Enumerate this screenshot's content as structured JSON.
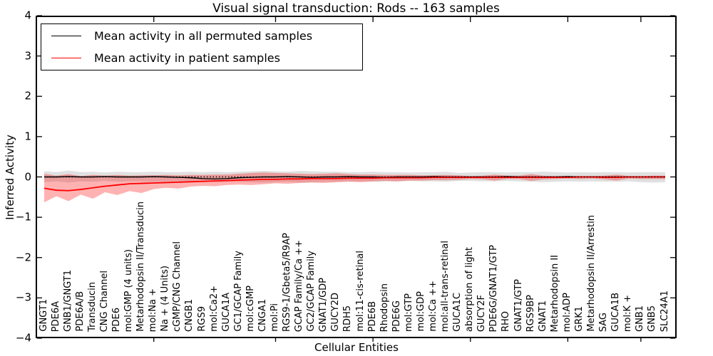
{
  "chart_data": {
    "type": "line",
    "title": "Visual signal transduction: Rods -- 163 samples",
    "xlabel": "Cellular Entities",
    "ylabel": "Inferred Activity",
    "ylim": [
      -4,
      4
    ],
    "samples_label": "163 samples",
    "ytick_values": [
      4,
      3,
      2,
      1,
      0,
      -1,
      -2,
      -3,
      -4
    ],
    "ytick_labels": [
      "4",
      "3",
      "2",
      "1",
      "0",
      "−1",
      "−2",
      "−3",
      "−4"
    ],
    "xtick_indices": [
      9,
      19,
      27,
      35,
      43,
      49
    ],
    "grid": false,
    "legend_position": "upper left",
    "zero_line_style": "dotted",
    "categories": [
      "GNGT1",
      "PDE6A",
      "GNB1/GNGT1",
      "PDE6A/B",
      "Transducin",
      "CNG Channel",
      "PDE6",
      "mol:GMP (4 units)",
      "Metarhodopsin II/Transducin",
      "mol:Na +",
      "Na + (4 Units)",
      "cGMP/CNG Channel",
      "CNGB1",
      "RGS9",
      "mol:Ca2+",
      "GUCA1A",
      "GC1/GCAP Family",
      "mol:cGMP",
      "CNGA1",
      "mol:Pi",
      "RGS9-1/Gbeta5/R9AP",
      "GCAP Family/Ca ++",
      "GC2/GCAP Family",
      "GNAT1/GDP",
      "GUCY2D",
      "RDH5",
      "mol:11-cis-retinal",
      "PDE6B",
      "Rhodopsin",
      "PDE6G",
      "mol:GTP",
      "mol:GDP",
      "mol:Ca ++",
      "mol:all-trans-retinal",
      "GUCA1C",
      "absorption of light",
      "GUCY2F",
      "PDE6G/GNAT1/GTP",
      "RHO",
      "GNAT1/GTP",
      "RGS9BP",
      "GNAT1",
      "Metarhodopsin II",
      "mol:ADP",
      "GRK1",
      "Metarhodopsin II/Arrestin",
      "SAG",
      "GUCA1B",
      "mol:K +",
      "GNB1",
      "GNB5",
      "SLC24A1"
    ],
    "series": [
      {
        "name": "Mean activity in all permuted samples",
        "color": "#000000",
        "band_color": "rgba(0,0,0,0.12)",
        "values": [
          0.0,
          0.0,
          0.01,
          0.0,
          0.0,
          0.01,
          0.0,
          0.0,
          0.0,
          0.01,
          0.0,
          -0.01,
          -0.02,
          -0.04,
          -0.05,
          -0.04,
          -0.02,
          -0.01,
          0.0,
          0.0,
          0.01,
          0.0,
          -0.01,
          0.0,
          0.0,
          0.01,
          0.0,
          0.0,
          -0.01,
          0.0,
          0.0,
          0.0,
          0.01,
          0.0,
          0.0,
          0.0,
          0.0,
          0.0,
          0.01,
          0.0,
          0.0,
          0.0,
          0.0,
          0.01,
          0.0,
          0.0,
          0.0,
          0.0,
          0.0,
          0.0,
          0.0,
          0.0
        ],
        "band_upper": [
          0.14,
          0.12,
          0.16,
          0.12,
          0.13,
          0.11,
          0.13,
          0.12,
          0.12,
          0.13,
          0.12,
          0.12,
          0.13,
          0.12,
          0.13,
          0.12,
          0.13,
          0.14,
          0.15,
          0.14,
          0.13,
          0.15,
          0.14,
          0.13,
          0.13,
          0.12,
          0.12,
          0.13,
          0.12,
          0.12,
          0.11,
          0.12,
          0.12,
          0.13,
          0.1,
          0.11,
          0.12,
          0.12,
          0.11,
          0.12,
          0.12,
          0.13,
          0.12,
          0.11,
          0.12,
          0.11,
          0.12,
          0.12,
          0.11,
          0.12,
          0.12,
          0.12
        ],
        "band_lower": [
          -0.13,
          -0.11,
          -0.14,
          -0.11,
          -0.12,
          -0.1,
          -0.12,
          -0.11,
          -0.11,
          -0.12,
          -0.11,
          -0.11,
          -0.12,
          -0.11,
          -0.13,
          -0.12,
          -0.12,
          -0.13,
          -0.14,
          -0.13,
          -0.12,
          -0.14,
          -0.13,
          -0.12,
          -0.12,
          -0.11,
          -0.11,
          -0.12,
          -0.11,
          -0.11,
          -0.1,
          -0.11,
          -0.11,
          -0.12,
          -0.1,
          -0.1,
          -0.11,
          -0.11,
          -0.1,
          -0.11,
          -0.12,
          -0.13,
          -0.12,
          -0.11,
          -0.12,
          -0.11,
          -0.12,
          -0.12,
          -0.11,
          -0.13,
          -0.14,
          -0.13
        ]
      },
      {
        "name": "Mean activity in patient samples",
        "color": "#ff0000",
        "band_color": "rgba(255,0,0,0.30)",
        "values": [
          -0.28,
          -0.33,
          -0.34,
          -0.31,
          -0.27,
          -0.23,
          -0.2,
          -0.17,
          -0.16,
          -0.15,
          -0.14,
          -0.13,
          -0.12,
          -0.11,
          -0.1,
          -0.09,
          -0.08,
          -0.07,
          -0.06,
          -0.06,
          -0.05,
          -0.05,
          -0.04,
          -0.04,
          -0.04,
          -0.03,
          -0.03,
          -0.03,
          -0.02,
          -0.02,
          -0.02,
          -0.02,
          -0.01,
          -0.01,
          -0.01,
          -0.01,
          -0.01,
          -0.01,
          -0.01,
          -0.01,
          -0.01,
          -0.01,
          -0.01,
          -0.01,
          0.0,
          0.0,
          -0.01,
          -0.01,
          0.0,
          0.0,
          0.0,
          0.0
        ],
        "band_upper": [
          0.08,
          0.03,
          0.07,
          0.02,
          0.05,
          0.03,
          0.05,
          0.03,
          0.04,
          0.04,
          0.05,
          0.04,
          0.05,
          0.05,
          0.06,
          0.06,
          0.08,
          0.1,
          0.11,
          0.1,
          0.09,
          0.08,
          0.07,
          0.08,
          0.09,
          0.07,
          0.06,
          0.06,
          0.05,
          0.05,
          0.05,
          0.04,
          0.04,
          0.05,
          0.04,
          0.02,
          0.03,
          0.06,
          0.03,
          0.03,
          0.07,
          0.03,
          0.02,
          0.02,
          0.02,
          0.02,
          0.03,
          0.06,
          0.02,
          0.02,
          0.03,
          0.03
        ],
        "band_lower": [
          -0.63,
          -0.48,
          -0.6,
          -0.44,
          -0.54,
          -0.38,
          -0.45,
          -0.35,
          -0.4,
          -0.3,
          -0.27,
          -0.29,
          -0.24,
          -0.22,
          -0.23,
          -0.2,
          -0.19,
          -0.2,
          -0.18,
          -0.16,
          -0.17,
          -0.15,
          -0.14,
          -0.15,
          -0.13,
          -0.12,
          -0.13,
          -0.11,
          -0.1,
          -0.11,
          -0.09,
          -0.09,
          -0.08,
          -0.08,
          -0.07,
          -0.05,
          -0.06,
          -0.09,
          -0.05,
          -0.05,
          -0.1,
          -0.06,
          -0.05,
          -0.04,
          -0.05,
          -0.04,
          -0.06,
          -0.09,
          -0.04,
          -0.05,
          -0.05,
          -0.05
        ]
      }
    ]
  }
}
